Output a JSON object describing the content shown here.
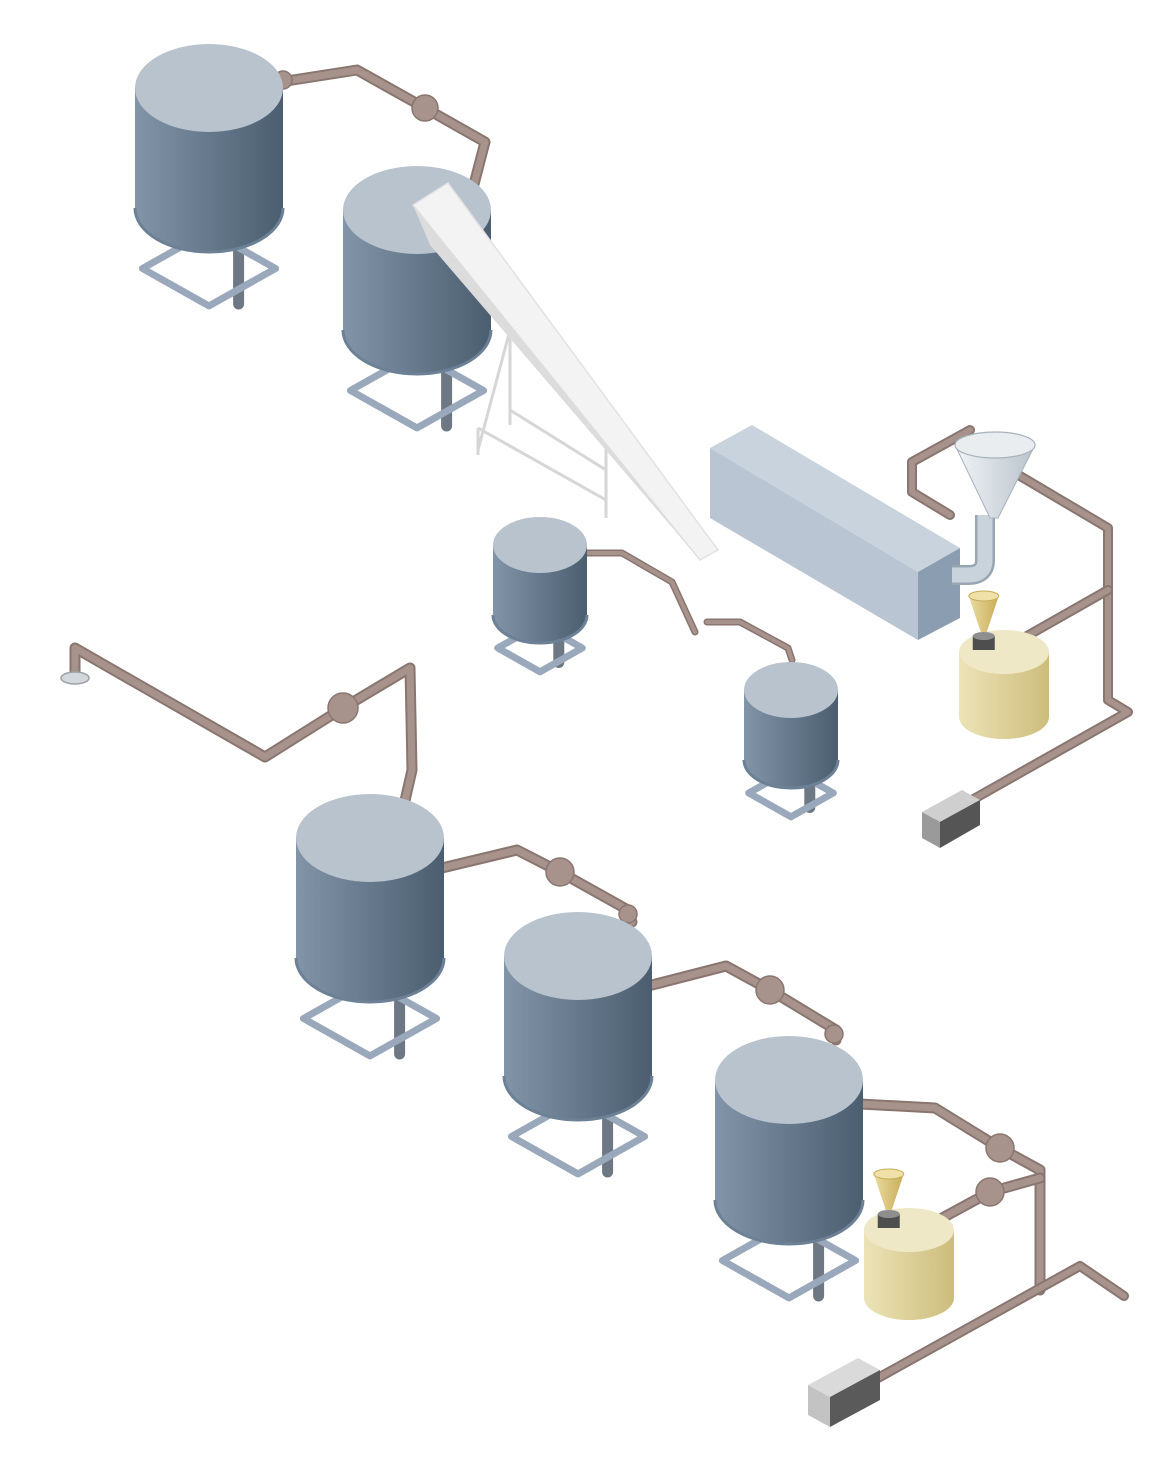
{
  "diagram": {
    "kind": "isometric process plant illustration",
    "colors": {
      "tank_side_light": "#8294a8",
      "tank_side_dark": "#4b5e70",
      "tank_top": "#b8c3ce",
      "tank_rim": "#6d8196",
      "leg": "#6e7884",
      "brace": "#9aa8bb",
      "pipe": "#a7928c",
      "pipe_outline": "#8a7670",
      "conveyor": "#f0f0f0",
      "conveyor_frame": "#d6d6d6",
      "mixer_box": "#b9c5d2",
      "mixer_box_dark": "#8b9db0",
      "funnel": "#dfe5ea",
      "reactor_light": "#e9dfae",
      "reactor_dark": "#cdbd7c",
      "small_funnel": "#d8c27a",
      "motor_light": "#bdbdbd",
      "motor_dark": "#555555"
    },
    "components": [
      {
        "name": "storage-tank-upper-1",
        "type": "tank"
      },
      {
        "name": "storage-tank-upper-2",
        "type": "tank"
      },
      {
        "name": "inclined-conveyor",
        "type": "conveyor"
      },
      {
        "name": "small-tank-middle-1",
        "type": "tank"
      },
      {
        "name": "small-tank-middle-2",
        "type": "tank"
      },
      {
        "name": "mixer-box",
        "type": "extruder"
      },
      {
        "name": "feed-hopper-funnel",
        "type": "funnel"
      },
      {
        "name": "reactor-vessel-upper",
        "type": "reactor"
      },
      {
        "name": "motor-upper",
        "type": "motor"
      },
      {
        "name": "storage-tank-lower-1",
        "type": "tank"
      },
      {
        "name": "storage-tank-lower-2",
        "type": "tank"
      },
      {
        "name": "storage-tank-lower-3",
        "type": "tank"
      },
      {
        "name": "reactor-vessel-lower",
        "type": "reactor"
      },
      {
        "name": "motor-lower",
        "type": "motor"
      }
    ]
  }
}
